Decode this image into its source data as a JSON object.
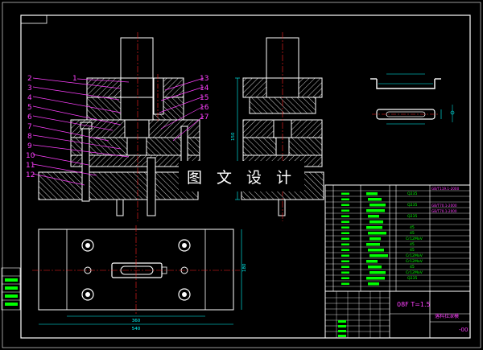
{
  "colors": {
    "background": "#000000",
    "frame": "#ffffff",
    "outline": "#ffffff",
    "hatch": "#ffffff",
    "centerline": "#ff2020",
    "leader": "#ff40ff",
    "dimension": "#00ffff",
    "table_text": "#00ff00",
    "title_text": "#ff40ff"
  },
  "watermark": "图 文 设 计",
  "part_numbers_left": [
    "2",
    "3",
    "4",
    "5",
    "6",
    "7",
    "8",
    "9",
    "10",
    "11",
    "12"
  ],
  "part_number_top": "1",
  "part_numbers_right": [
    "13",
    "14",
    "15",
    "16",
    "17"
  ],
  "dimensions": {
    "plan_inner_width": "360",
    "plan_outer_width": "540",
    "plan_height": "180",
    "front_height": "150"
  },
  "bom": {
    "materials": [
      "Q235",
      "Q235",
      "Q235",
      "45",
      "45",
      "45",
      "Cr12MoV",
      "45",
      "Cr12MoV",
      "Cr12MoV",
      "45",
      "Cr12MoV",
      "Q235"
    ],
    "standards": [
      "GB/T119.1-2000",
      "GB/T70.1-2000",
      "GB/T70.1-2000"
    ]
  },
  "title_block": {
    "material_spec": "08F T=1.5",
    "drawing_name": "落料拉深模",
    "drawing_code": "-00"
  }
}
